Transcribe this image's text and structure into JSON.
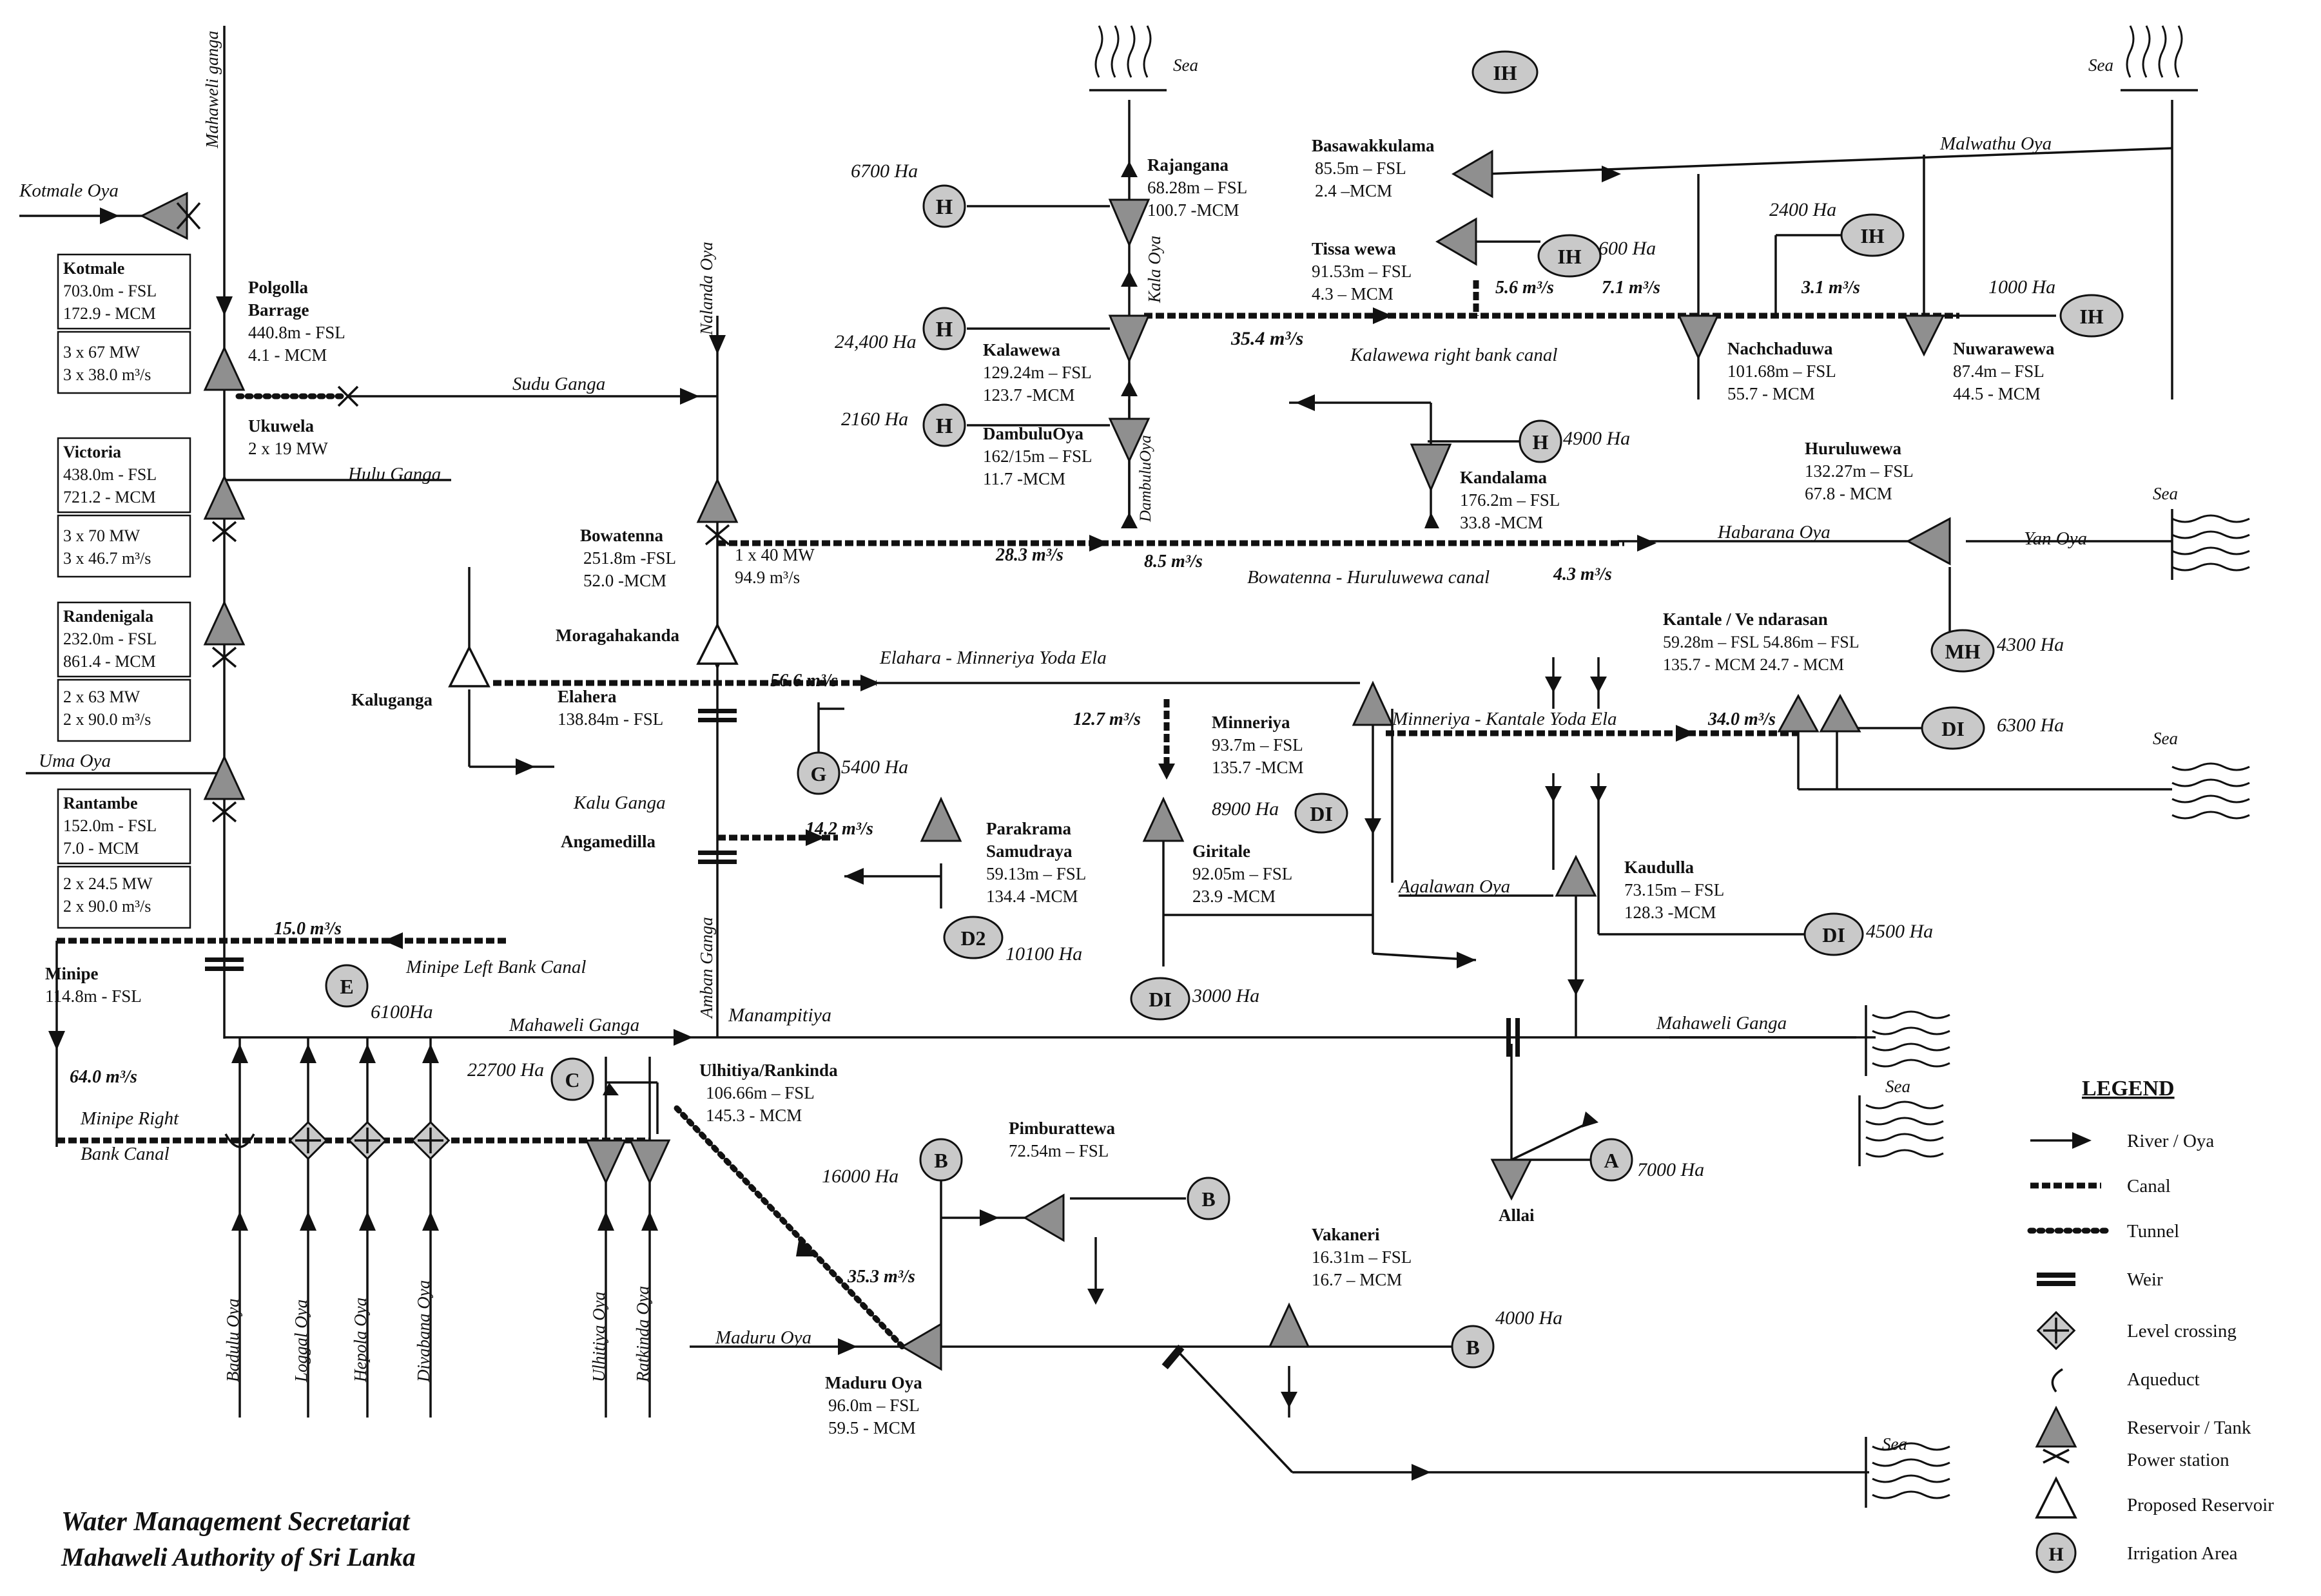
{
  "footer": {
    "org_line1": "Water Management Secretariat",
    "org_line2": "Mahaweli Authority of Sri Lanka"
  },
  "legend": {
    "title": "LEGEND",
    "items": [
      {
        "icon": "river-arrow-icon",
        "label": "River / Oya"
      },
      {
        "icon": "canal-icon",
        "label": "Canal"
      },
      {
        "icon": "tunnel-icon",
        "label": "Tunnel"
      },
      {
        "icon": "weir-icon",
        "label": "Weir"
      },
      {
        "icon": "level-crossing-icon",
        "label": "Level crossing"
      },
      {
        "icon": "aqueduct-icon",
        "label": "Aqueduct"
      },
      {
        "icon": "reservoir-icon",
        "label": "Reservoir / Tank"
      },
      {
        "icon": "power-station-icon",
        "label": "Power station"
      },
      {
        "icon": "proposed-reservoir-icon",
        "label": "Proposed Reservoir"
      },
      {
        "icon": "irrigation-area-icon",
        "label": "Irrigation Area"
      }
    ]
  },
  "rivers": {
    "kotmale_oya": "Kotmale Oya",
    "mahaweli_ganga_vertical": "Mahaweli ganga",
    "sudu_ganga": "Sudu Ganga",
    "hulu_ganga": "Hulu Ganga",
    "uma_oya": "Uma Oya",
    "mahaweli_ganga_main": "Mahaweli Ganga",
    "mahaweli_ganga_east": "Mahaweli Ganga",
    "nalanda_oya": "Nalanda Oya",
    "kala_oya": "Kala Oya",
    "dambulu_oya": "DambuluOya",
    "malwathu_oya": "Malwathu Oya",
    "habarana_oya": "Habarana Oya",
    "yan_oya": "Yan Oya",
    "kalu_ganga": "Kalu Ganga",
    "amban_ganga": "Amban Ganga",
    "agalawan_oya": "Agalawan Oya",
    "maduru_oya": "Maduru Oya",
    "badulu_oya": "Badulu Oya",
    "loggal_oya": "Loggal Oya",
    "hepola_oya": "Hepola Oya",
    "divabana_oya": "Divabana Oya",
    "ulhitiya_oya": "Ulhitiya Oya",
    "ratkinda_oya": "Ratkinda Oya",
    "sea": "Sea"
  },
  "canals": {
    "kalawewa_rb": "Kalawewa right bank canal",
    "bowatenna_huruluwewa": "Bowatenna - Huruluwewa canal",
    "elahara_minneriya": "Elahara - Minneriya Yoda Ela",
    "minneriya_kantale": "Minneriya - Kantale Yoda Ela",
    "minipe_lb": "Minipe Left Bank Canal",
    "minipe_rb_1": "Minipe Right",
    "minipe_rb_2": "Bank Canal"
  },
  "flows": {
    "f354": "35.4 m³/s",
    "f56": "5.6 m³/s",
    "f71": "7.1 m³/s",
    "f31": "3.1 m³/s",
    "f283": "28.3 m³/s",
    "f85": "8.5 m³/s",
    "f43": "4.3 m³/s",
    "f566": "56.6 m³/s",
    "f127": "12.7 m³/s",
    "f340": "34.0 m³/s",
    "f142": "14.2 m³/s",
    "f150": "15.0 m³/s",
    "f640": "64.0 m³/s",
    "f353": "35.3 m³/s"
  },
  "boxes": {
    "kotmale": {
      "name": "Kotmale",
      "l1": "703.0m - FSL",
      "l2": "172.9 - MCM",
      "l3": "3 x 67  MW",
      "l4": "3 x 38.0  m³/s"
    },
    "victoria": {
      "name": "Victoria",
      "l1": "438.0m - FSL",
      "l2": "721.2 - MCM",
      "l3": "3 x 70  MW",
      "l4": "3 x 46.7 m³/s"
    },
    "randenigala": {
      "name": "Randenigala",
      "l1": "232.0m - FSL",
      "l2": "861.4 - MCM",
      "l3": "2 x 63  MW",
      "l4": "2 x 90.0 m³/s"
    },
    "rantambe": {
      "name": "Rantambe",
      "l1": "152.0m - FSL",
      "l2": "7.0 - MCM",
      "l3": "2 x 24.5 MW",
      "l4": "2 x 90.0 m³/s"
    }
  },
  "reservoirs": {
    "polgolla": {
      "n1": "Polgolla",
      "n2": "Barrage",
      "l1": "440.8m - FSL",
      "l2": "4.1 - MCM"
    },
    "ukuwela": {
      "n1": "Ukuwela",
      "l1": "2 x 19 MW"
    },
    "minipe": {
      "n1": "Minipe",
      "l1": "114.8m - FSL"
    },
    "bowatenna": {
      "n1": "Bowatenna",
      "l1": "251.8m -FSL",
      "l2": "52.0 -MCM",
      "l3": "1 x 40  MW",
      "l4": "94.9 m³/s"
    },
    "moragahakanda": {
      "n1": "Moragahakanda"
    },
    "kaluganga": {
      "n1": "Kaluganga"
    },
    "elahera": {
      "n1": "Elahera",
      "l1": "138.84m -  FSL"
    },
    "angamedilla": {
      "n1": "Angamedilla"
    },
    "rajangana": {
      "n1": "Rajangana",
      "l1": "68.28m – FSL",
      "l2": "100.7 -MCM"
    },
    "kalawewa": {
      "n1": "Kalawewa",
      "l1": "129.24m – FSL",
      "l2": "123.7 -MCM"
    },
    "dambuluoya": {
      "n1": "DambuluOya",
      "l1": "162/15m – FSL",
      "l2": "11.7 -MCM"
    },
    "basawakkulama": {
      "n1": "Basawakkulama",
      "l1": "85.5m – FSL",
      "l2": "2.4 –MCM"
    },
    "tissawewa": {
      "n1": "Tissa wewa",
      "l1": "91.53m – FSL",
      "l2": "4.3 – MCM"
    },
    "nachchaduwa": {
      "n1": "Nachchaduwa",
      "l1": "101.68m – FSL",
      "l2": "55.7 - MCM"
    },
    "nuwarawewa": {
      "n1": "Nuwarawewa",
      "l1": "87.4m – FSL",
      "l2": "44.5 - MCM"
    },
    "kandalama": {
      "n1": "Kandalama",
      "l1": "176.2m – FSL",
      "l2": "33.8 -MCM"
    },
    "huruluwewa": {
      "n1": "Huruluwewa",
      "l1": "132.27m – FSL",
      "l2": "67.8 - MCM"
    },
    "kantale": {
      "n1": "Kantale / Ve ndarasan",
      "l1": "59.28m – FSL  54.86m – FSL",
      "l2": "135.7 - MCM     24.7 - MCM"
    },
    "minneriya": {
      "n1": "Minneriya",
      "l1": "93.7m – FSL",
      "l2": "135.7 -MCM"
    },
    "giritale": {
      "n1": "Giritale",
      "l1": "92.05m – FSL",
      "l2": "23.9 -MCM"
    },
    "kaudulla": {
      "n1": "Kaudulla",
      "l1": "73.15m – FSL",
      "l2": "128.3 -MCM"
    },
    "parakrama": {
      "n1": "Parakrama",
      "n2": "Samudraya",
      "l1": "59.13m – FSL",
      "l2": "134.4 -MCM"
    },
    "ulhitiya": {
      "n1": "Ulhitiya/Rankinda",
      "l1": "106.66m – FSL",
      "l2": "145.3 - MCM"
    },
    "pimburattewa": {
      "n1": "Pimburattewa",
      "l1": "72.54m – FSL"
    },
    "vakaneri": {
      "n1": "Vakaneri",
      "l1": "16.31m – FSL",
      "l2": "16.7 – MCM"
    },
    "maduruoya": {
      "n1": "Maduru Oya",
      "l1": "96.0m – FSL",
      "l2": "59.5 - MCM"
    },
    "allai": {
      "n1": "Allai"
    },
    "manampitiya": {
      "n1": "Manampitiya"
    }
  },
  "areas": {
    "h1": {
      "code": "H",
      "ha": "6700 Ha"
    },
    "h2": {
      "code": "H",
      "ha": "24,400 Ha"
    },
    "h3": {
      "code": "H",
      "ha": "2160 Ha"
    },
    "ih_top": {
      "code": "IH"
    },
    "ih_tissa": {
      "code": "IH",
      "ha": "600 Ha"
    },
    "ih_2400": {
      "code": "IH",
      "ha": "2400 Ha"
    },
    "ih_1000": {
      "code": "IH",
      "ha": "1000 Ha"
    },
    "h_kand": {
      "code": "H",
      "ha": "4900 Ha"
    },
    "mh": {
      "code": "MH",
      "ha": "4300 Ha"
    },
    "di_6300": {
      "code": "DI",
      "ha": "6300 Ha"
    },
    "g": {
      "code": "G",
      "ha": "5400 Ha"
    },
    "di_8900": {
      "code": "DI",
      "ha": "8900 Ha"
    },
    "d2": {
      "code": "D2",
      "ha": "10100 Ha"
    },
    "di_3000": {
      "code": "DI",
      "ha": "3000 Ha"
    },
    "di_4500": {
      "code": "DI",
      "ha": "4500 Ha"
    },
    "e": {
      "code": "E",
      "ha": "6100Ha"
    },
    "c": {
      "code": "C",
      "ha": "22700 Ha"
    },
    "b1": {
      "code": "B",
      "ha": "16000 Ha"
    },
    "b2": {
      "code": "B"
    },
    "b3": {
      "code": "B",
      "ha": "4000 Ha"
    },
    "a": {
      "code": "A",
      "ha": "7000 Ha"
    }
  }
}
